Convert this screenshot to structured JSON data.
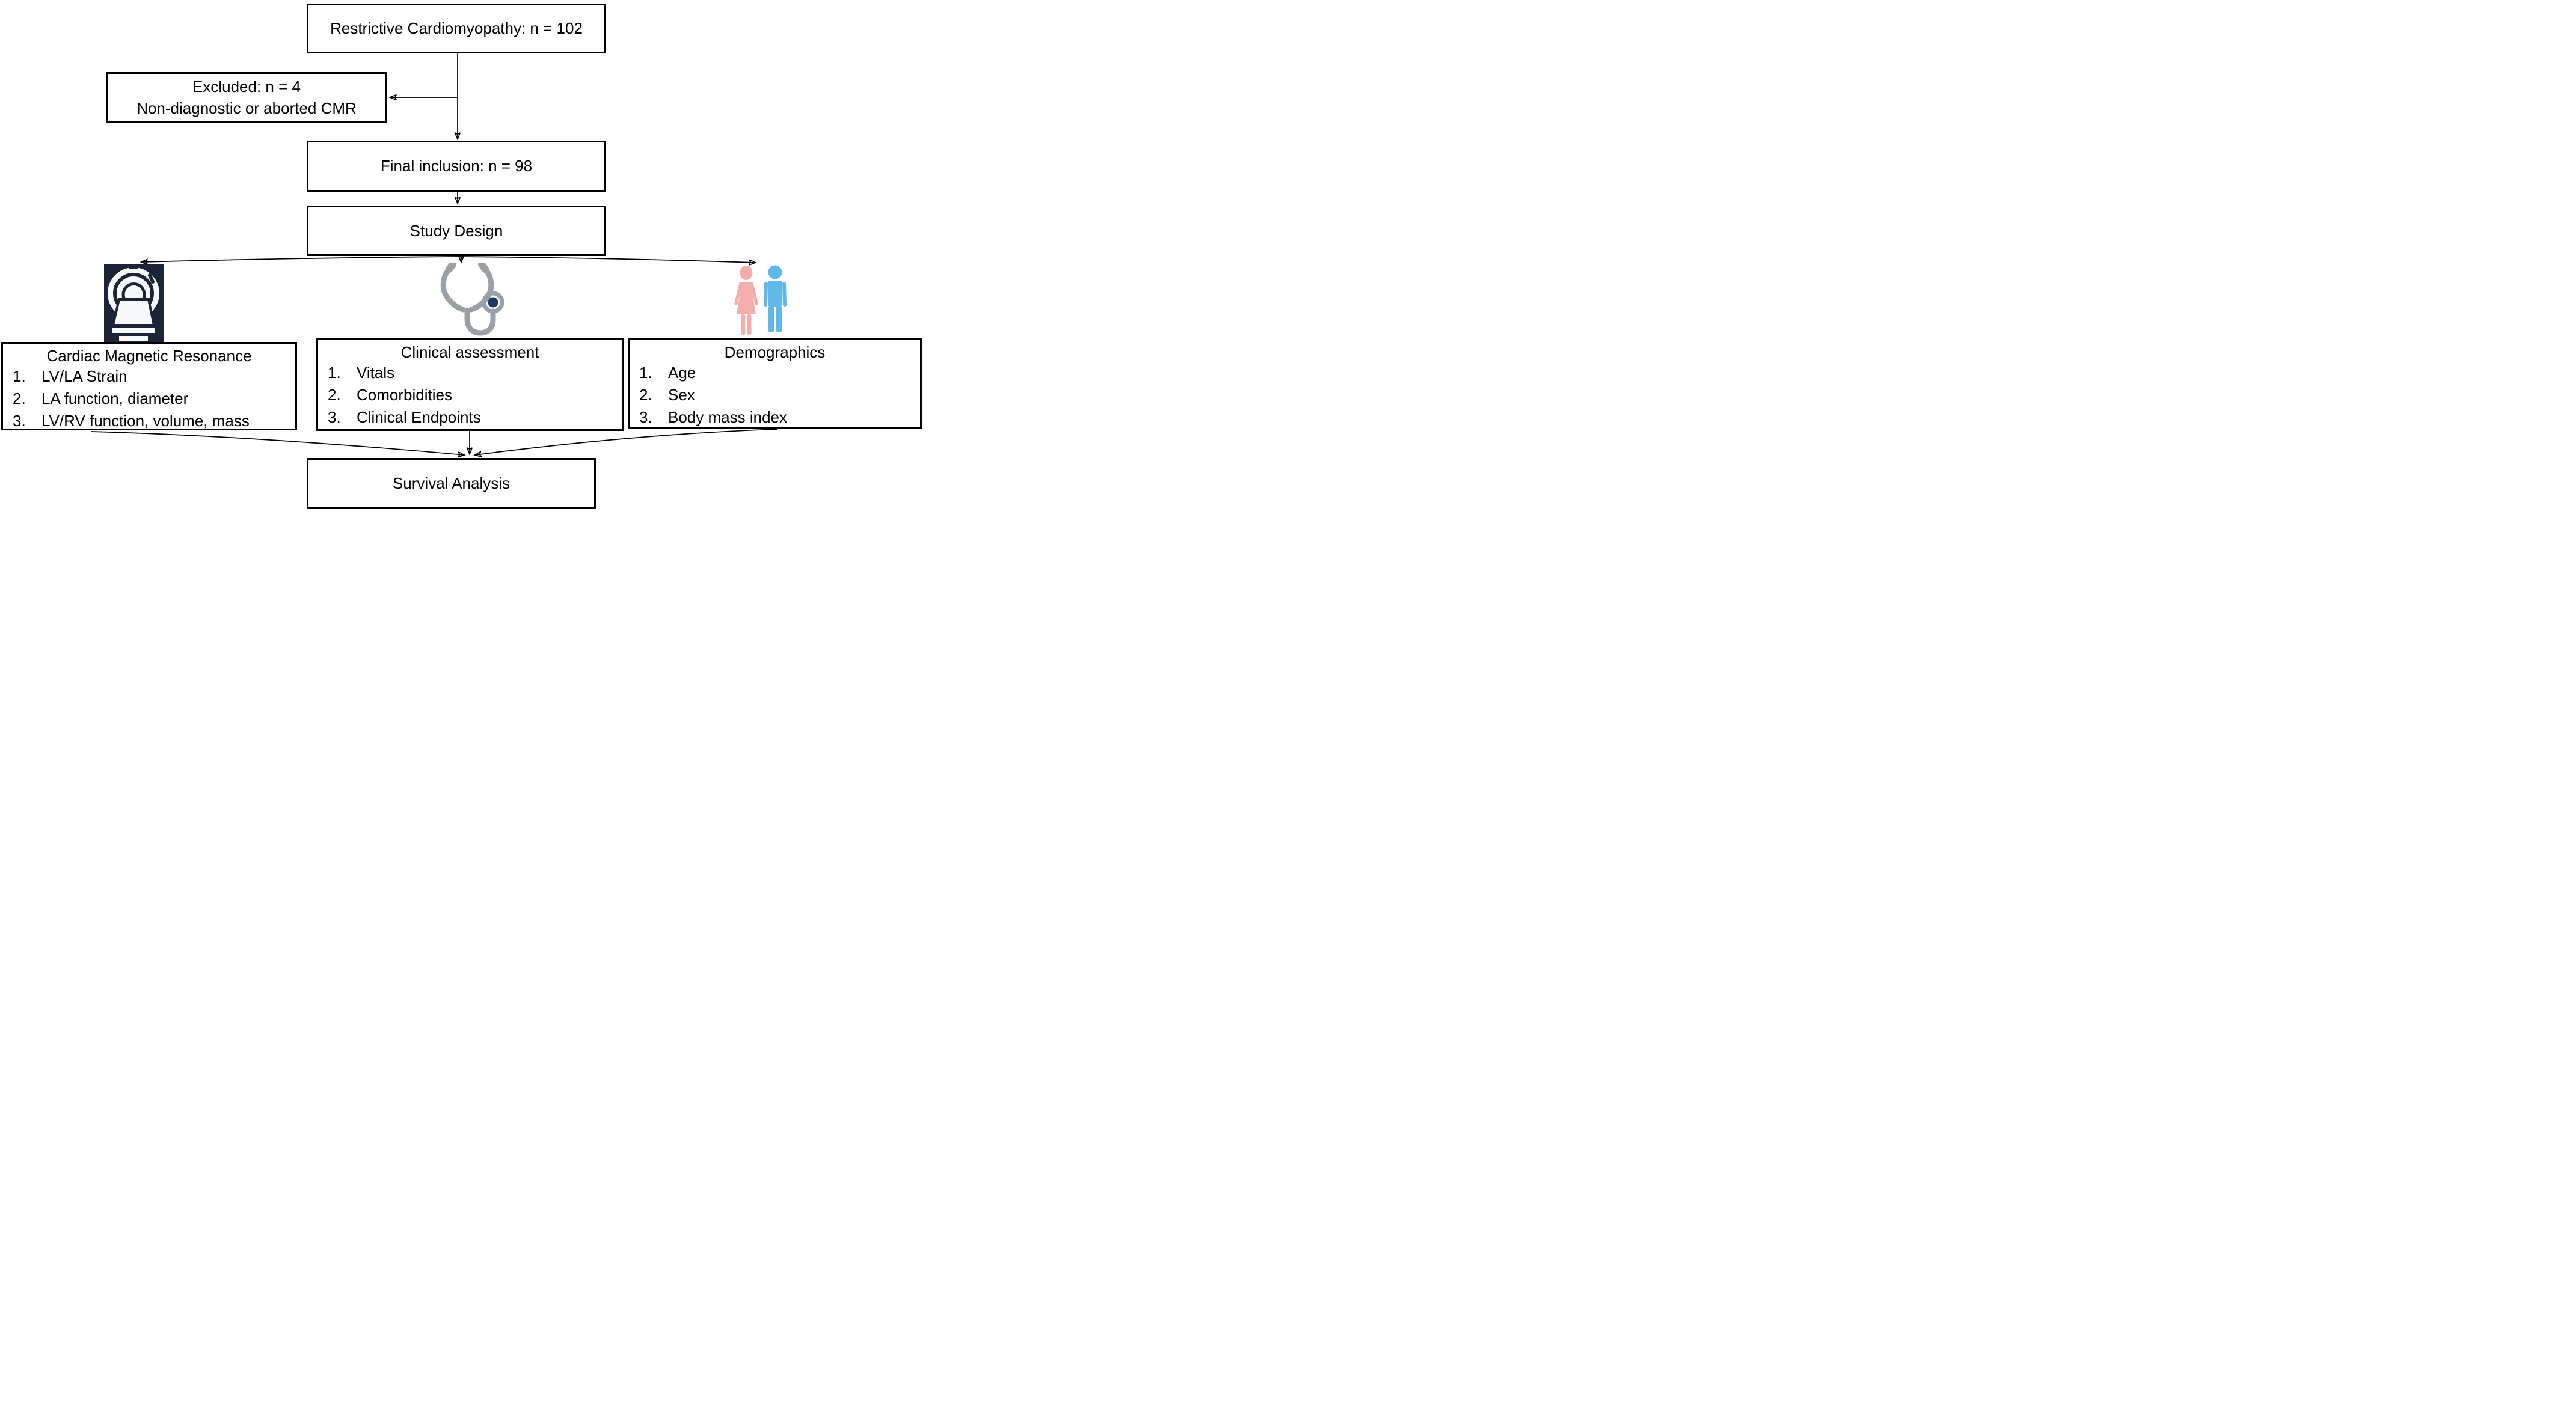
{
  "colors": {
    "line": "#000000",
    "box_border": "#000000",
    "box_bg": "#ffffff",
    "mri_bg": "#1b2537",
    "mri_fg": "#f8f9fb",
    "stethoscope": "#9aa0a8",
    "chestpiece": "#1c3a63",
    "female": "#f5adab",
    "male": "#5fb8e8"
  },
  "flowchart": {
    "numbering": [
      "1.",
      "2.",
      "3."
    ],
    "nodes": {
      "restrictive": {
        "label": "Restrictive Cardiomyopathy: n = 102"
      },
      "excluded": {
        "line1": "Excluded: n = 4",
        "line2": "Non-diagnostic or aborted CMR"
      },
      "final": {
        "label": "Final inclusion: n = 98"
      },
      "study": {
        "label": "Study Design"
      },
      "cmr": {
        "title": "Cardiac Magnetic Resonance",
        "items": [
          "LV/LA Strain",
          "LA function, diameter",
          "LV/RV function, volume, mass"
        ]
      },
      "clinical": {
        "title": "Clinical assessment",
        "items": [
          "Vitals",
          "Comorbidities",
          "Clinical Endpoints"
        ]
      },
      "demographics": {
        "title": "Demographics",
        "items": [
          "Age",
          "Sex",
          "Body mass index"
        ]
      },
      "survival": {
        "label": "Survival Analysis"
      }
    },
    "icons": {
      "mri": "mri-scanner-icon",
      "stethoscope": "stethoscope-icon",
      "female": "female-figure-icon",
      "male": "male-figure-icon"
    }
  }
}
